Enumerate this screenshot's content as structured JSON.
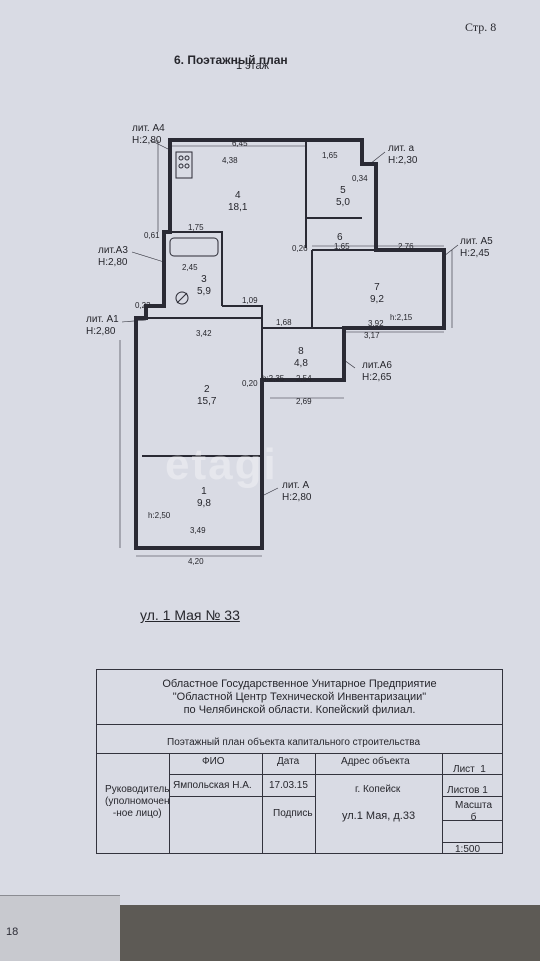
{
  "header": {
    "page": "Стр. 8",
    "title": "6. Поэтажный план",
    "floor": "1 этаж"
  },
  "plan": {
    "watermark": "etagi",
    "lit_a4": {
      "name": "лит. А4",
      "h": "Н:2,80"
    },
    "lit_a_small": {
      "name": "лит. а",
      "h": "Н:2,30"
    },
    "lit_a5": {
      "name": "лит. А5",
      "h": "Н:2,45"
    },
    "lit_a3": {
      "name": "лит.А3",
      "h": "Н:2,80"
    },
    "lit_a1": {
      "name": "лит. А1",
      "h": "Н:2,80"
    },
    "lit_a6": {
      "name": "лит.А6",
      "h": "Н:2,65"
    },
    "lit_a": {
      "name": "лит. А",
      "h": "Н:2,80"
    },
    "rooms": [
      {
        "num": "4",
        "area": "18,1"
      },
      {
        "num": "5",
        "area": "5,0"
      },
      {
        "num": "6",
        "area": ""
      },
      {
        "num": "3",
        "area": "5,9"
      },
      {
        "num": "7",
        "area": "9,2"
      },
      {
        "num": "8",
        "area": "4,8"
      },
      {
        "num": "2",
        "area": "15,7"
      },
      {
        "num": "1",
        "area": "9,8"
      }
    ],
    "dims": [
      "6,45",
      "4,38",
      "1,65",
      "0,34",
      "1,75",
      "0,61",
      "1,65",
      "2,76",
      "0,26",
      "2,45",
      "1,09",
      "0,22",
      "h:2,15",
      "3,92",
      "1,68",
      "3,17",
      "3,42",
      "h:2,35",
      "2,54",
      "0,20",
      "2,69",
      "3,49",
      "h:2,50",
      "4,20"
    ],
    "address": "ул. 1 Мая  № 33"
  },
  "stamp": {
    "org_line1": "Областное Государственное Унитарное Предприятие",
    "org_line2": "\"Областной Центр Технической Инвентаризации\"",
    "org_line3": "по Челябинской области. Копейский филиал.",
    "caption": "Поэтажный план объекта капитального строительства",
    "col_fio": "ФИО",
    "col_date": "Дата",
    "col_address": "Адрес объекта",
    "sheet_label": "Лист",
    "sheet_value": "1",
    "role_line1": "Руководитель",
    "role_line2": "(уполномочен",
    "role_line3": "-ное лицо)",
    "person": "Ямпольская Н.А.",
    "date": "17.03.15",
    "signature": "Подпись",
    "city": "г. Копейск",
    "street": "ул.1 Мая, д.33",
    "sheets_label": "Листов",
    "sheets_value": "1",
    "scale_label": "Масшта",
    "scale_value": "б",
    "scale_ratio": "1:500"
  },
  "footer": {
    "edge_number": "18"
  }
}
